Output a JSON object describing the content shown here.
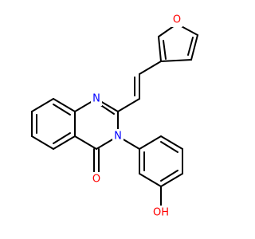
{
  "colors": {
    "bond": "#000000",
    "nitrogen": "#0000ff",
    "oxygen": "#ff0000",
    "background": "#ffffff"
  },
  "atoms": {
    "n1": {
      "text": "N",
      "color": "#0000ff"
    },
    "n3": {
      "text": "N",
      "color": "#0000ff"
    },
    "o_carbonyl": {
      "text": "O",
      "color": "#ff0000"
    },
    "o_furan": {
      "text": "O",
      "color": "#ff0000"
    },
    "oh": {
      "text": "OH",
      "color": "#ff0000"
    }
  }
}
